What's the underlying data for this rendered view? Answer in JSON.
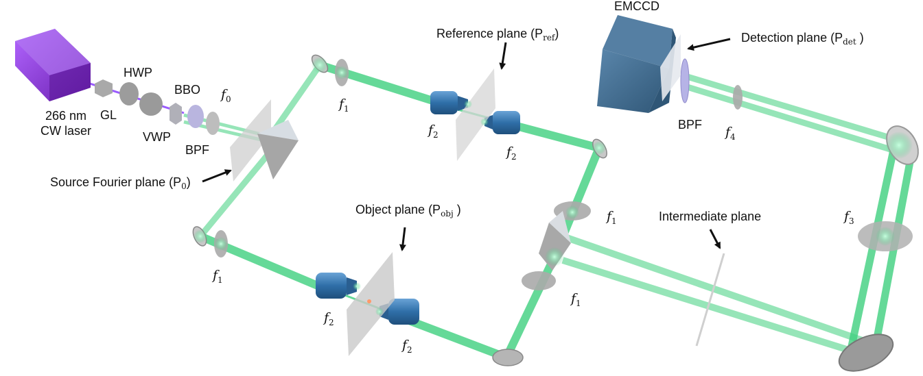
{
  "labels": {
    "laser": [
      "266 nm",
      "CW laser"
    ],
    "gl": "GL",
    "hwp": "HWP",
    "bbo": "BBO",
    "vwp": "VWP",
    "bpf": "BPF",
    "bpf_det": "BPF",
    "emccd": "EMCCD",
    "intermediate": "Intermediate plane",
    "reference": {
      "text": "Reference plane (P",
      "sub": "ref",
      "close": ")"
    },
    "detection": {
      "text": "Detection plane (P",
      "sub": "det",
      "close": " )"
    },
    "object": {
      "text": "Object plane (P",
      "sub": "obj",
      "close": " )"
    },
    "source": {
      "text": "Source Fourier plane (P",
      "sub": "0",
      "close": ")"
    }
  },
  "focal": {
    "f0": {
      "f": "f",
      "sub": "0"
    },
    "f1": {
      "f": "f",
      "sub": "1"
    },
    "f2": {
      "f": "f",
      "sub": "2"
    },
    "f3": {
      "f": "f",
      "sub": "3"
    },
    "f4": {
      "f": "f",
      "sub": "4"
    }
  },
  "colors": {
    "beam": "#3fcf7e",
    "laser_body": "#8a2fd6",
    "objective": "#2f6fa8",
    "camera": "#3d6688",
    "optic_gray": "#a9a9a9",
    "plane": "#cfcfcf"
  }
}
